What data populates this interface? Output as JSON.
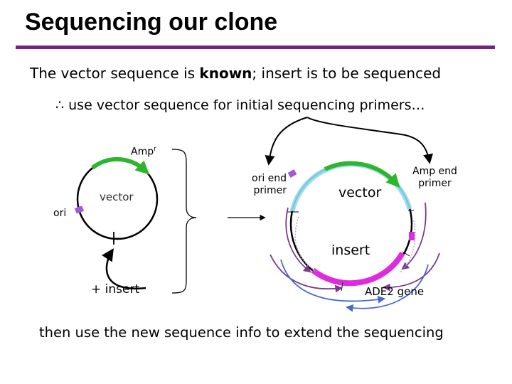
{
  "slide": {
    "title": "Sequencing our clone",
    "line1": {
      "pre": "The vector sequence is ",
      "bold": "known",
      "post": "; insert is to be sequenced"
    },
    "line2": "∴ use vector sequence for initial sequencing primers…",
    "line3": "then use the new sequence info to extend the sequencing"
  },
  "left_diagram": {
    "amp_label": "Amp",
    "amp_superscript": "r",
    "vector_label": "vector",
    "ori_label": "ori",
    "insert_label": "+ insert"
  },
  "right_diagram": {
    "ori_primer_label": "ori end\nprimer",
    "amp_primer_label": "Amp end\nprimer",
    "vector_label": "vector",
    "insert_label": "insert",
    "gene_label": "ADE2 gene"
  },
  "colors": {
    "title_rule": "#7a1f86",
    "amp_gene": "#2db52d",
    "ori_marker": "#a05ad8",
    "vector_highlight": "#8fdcf0",
    "insert_region": "#e02ae0",
    "read_arrows_purple": "#7a3a8a",
    "read_arrows_blue": "#4a6acb"
  }
}
